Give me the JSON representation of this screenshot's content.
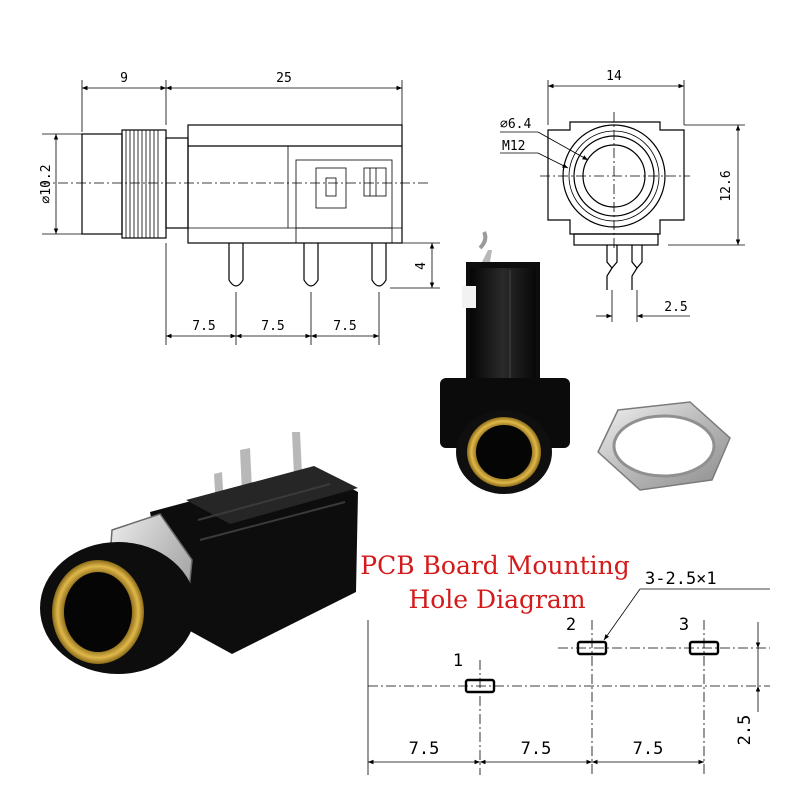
{
  "side_view": {
    "dim_front": "9",
    "dim_body": "25",
    "dim_diameter": "⌀10.2",
    "dim_pin_height": "4",
    "pitch_1": "7.5",
    "pitch_2": "7.5",
    "pitch_3": "7.5"
  },
  "front_view": {
    "dim_width": "14",
    "dim_height": "12.6",
    "dim_bore": "⌀6.4",
    "dim_thread": "M12",
    "dim_pin_offset": "2.5"
  },
  "pcb_diagram": {
    "title_line1": "PCB Board Mounting",
    "title_line2": "Hole Diagram",
    "hole_spec": "3-2.5×1",
    "pin1_label": "1",
    "pin2_label": "2",
    "pin3_label": "3",
    "pitch_1": "7.5",
    "pitch_2": "7.5",
    "pitch_3": "7.5",
    "offset": "2.5"
  },
  "colors": {
    "title_red": "#d41a1a",
    "jack_black": "#111111",
    "gold_ring": "#c9a227",
    "nut_silver": "#c8c8c8"
  }
}
